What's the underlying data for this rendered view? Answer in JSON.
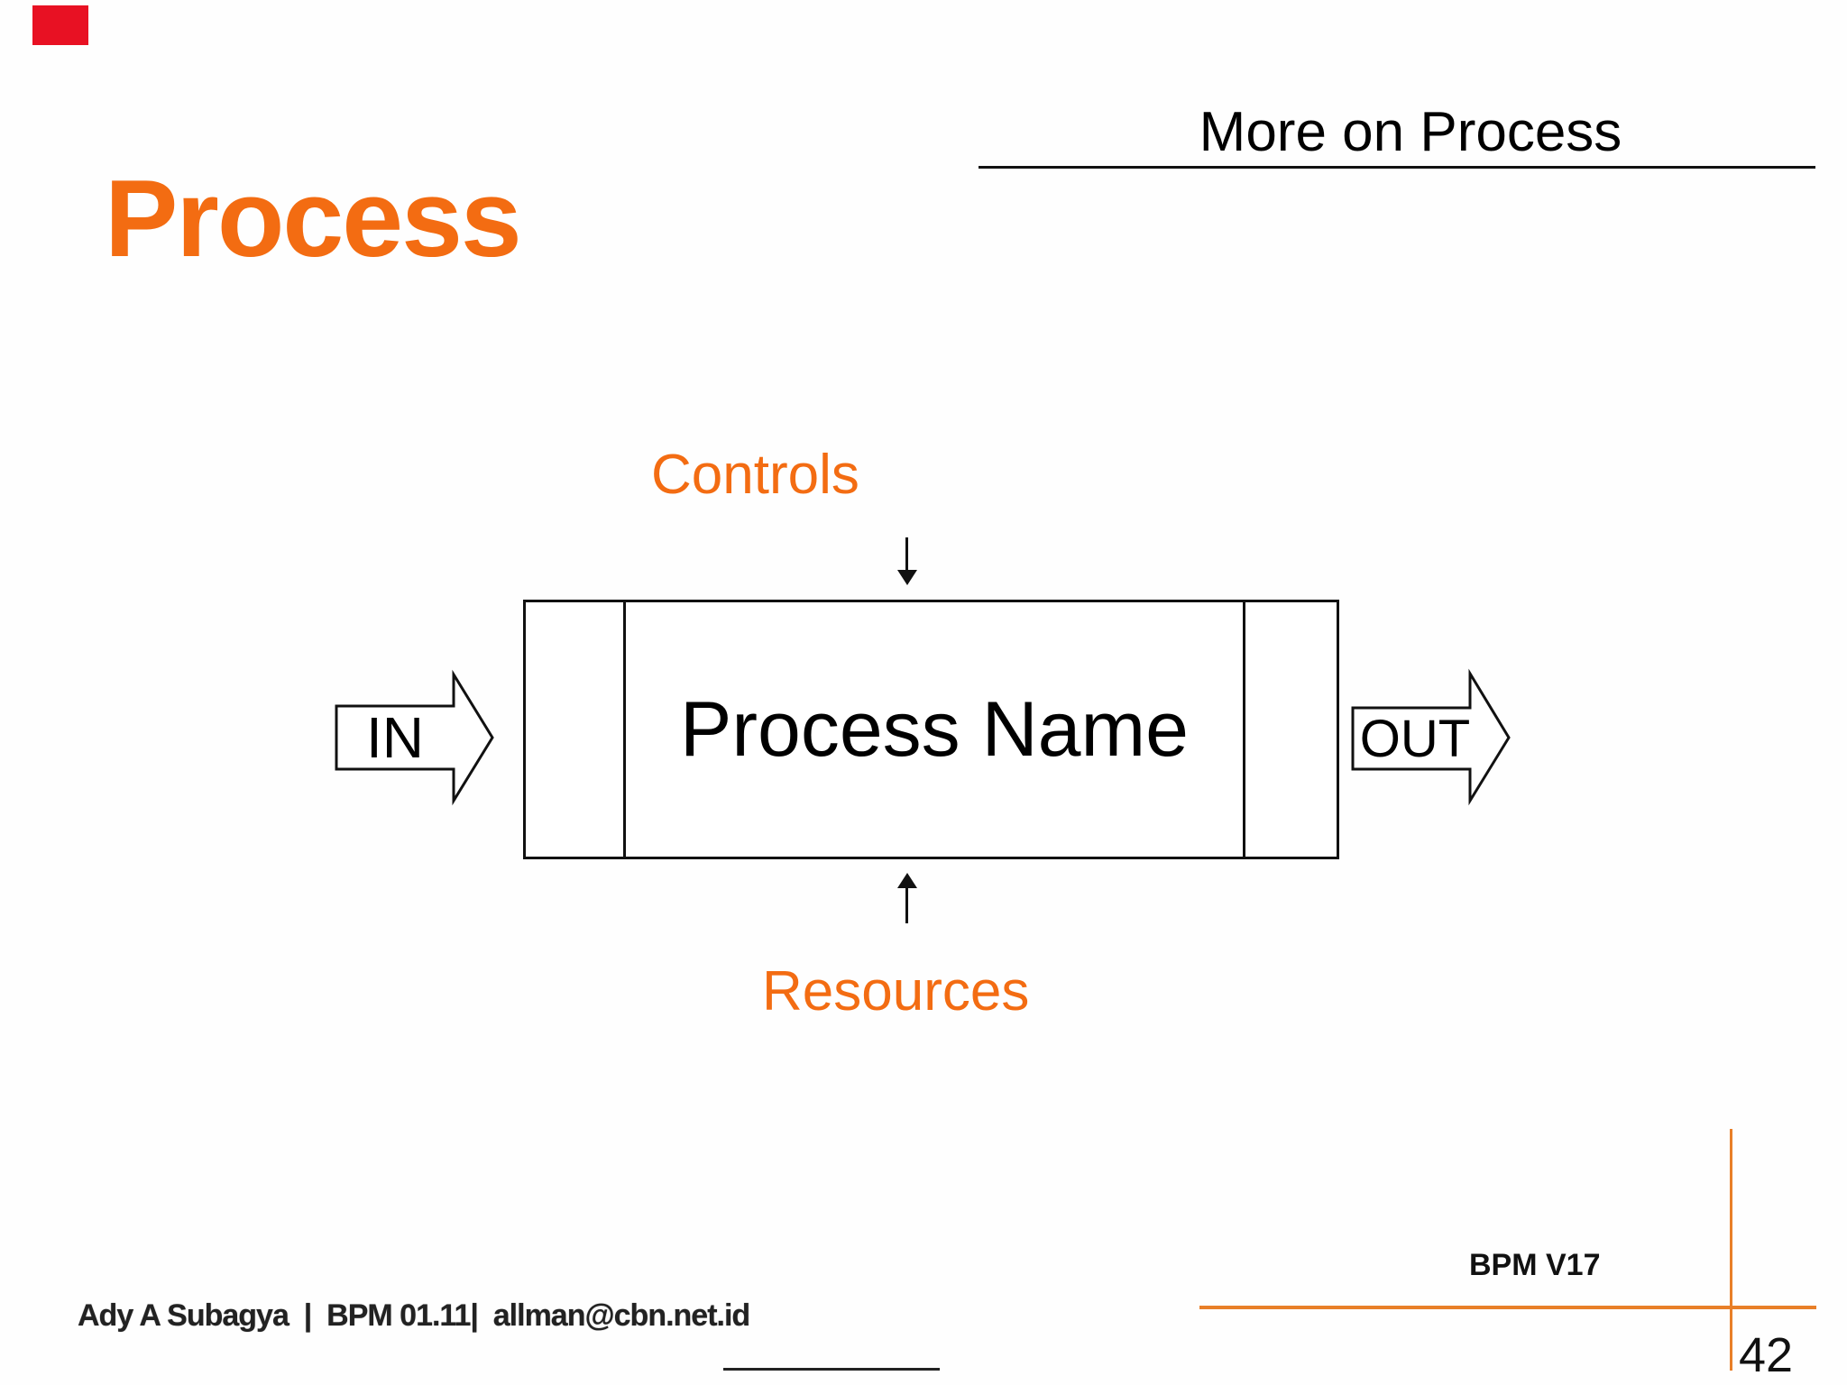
{
  "header": {
    "label": "More on Process"
  },
  "title": {
    "text": "Process"
  },
  "diagram": {
    "controls_label": "Controls",
    "resources_label": "Resources",
    "process_label": "Process Name",
    "in_label": "IN",
    "out_label": "OUT",
    "controls_arrow": "down-arrow",
    "resources_arrow": "up-arrow"
  },
  "footer": {
    "version_label": "BPM V17",
    "page_number": "42",
    "author_line": "Ady A Subagya  |  BPM 01.11|  allman@cbn.net.id"
  },
  "colors": {
    "accent_orange": "#f36c12",
    "line_orange": "#e87f28",
    "corner_red": "#e81123",
    "text_black": "#000000"
  }
}
